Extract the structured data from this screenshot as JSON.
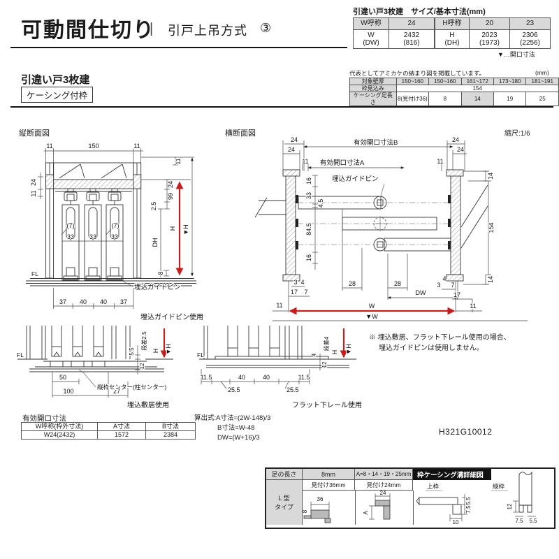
{
  "header": {
    "title": "可動間仕切り",
    "subtitle": "引戸上吊方式",
    "number": "③"
  },
  "size_block": {
    "title": "引違い戸3枚建　サイズ/基本寸法(mm)",
    "w_h1": "W呼称",
    "w_h2": "24",
    "w_r1": "W\n(DW)",
    "w_r2": "2432\n(816)",
    "h_h1": "H呼称",
    "h_h2": "20",
    "h_h3": "23",
    "h_r1": "H\n(DH)",
    "h_r2": "2023\n(1973)",
    "h_r3": "2306\n(2256)",
    "note": "▼…開口寸法"
  },
  "section": {
    "heading": "引違い戸3枚建",
    "badge": "ケーシング付枠"
  },
  "wall_block": {
    "note": "代表としてアミカケの納まり図を掲載しています。",
    "unit": "(mm)",
    "r1_label": "対象壁厚",
    "r1c1": "150~160",
    "r1c2": "150~160",
    "r1c3": "161~172",
    "r1c4": "173~180",
    "r1c5": "181~191",
    "r2_label": "枠見込み",
    "r2_val": "154",
    "r3_label": "ケーシング足長さ",
    "r3c1": "8(見付け36)",
    "r3c2": "8",
    "r3c3": "14",
    "r3c4": "19",
    "r3c5": "25"
  },
  "vsec": {
    "title": "縦断面図",
    "top11l": "11",
    "top150": "150",
    "top11r": "11",
    "left24": "24",
    "left11": "11",
    "r11": "11",
    "r24": "24",
    "r99": "99",
    "r25": "2.5",
    "dh": "DH",
    "h": "H",
    "hopen": "▼H",
    "d8": "8",
    "fl": "FL",
    "gap1": "(7)",
    "gap2": "(7)",
    "p33a": "33",
    "p33b": "33",
    "p33c": "33",
    "b37l": "37",
    "b40a": "40",
    "b40b": "40",
    "b37r": "37",
    "pin": "埋込ガイドピン",
    "usage": "埋込ガイドピン使用"
  },
  "hsec": {
    "title": "横断面図",
    "scale": "縮尺:1/6",
    "openB": "有効開口寸法B",
    "openA": "有効開口寸法A",
    "pin": "埋込ガイドピン",
    "l24a": "24",
    "l24b": "24",
    "l11": "11",
    "r24a": "24",
    "r24b": "24",
    "r11": "11",
    "r14t": "14",
    "r154": "154",
    "r14b": "14",
    "c16t": "16",
    "c33": "33",
    "c45": "4.5",
    "c845": "84.5",
    "c16b": "16",
    "bl3": "3",
    "bl4": "4",
    "bl17": "17",
    "bl7": "7",
    "bl11": "11",
    "br4": "4",
    "br3": "3",
    "br7": "7",
    "br17": "17",
    "br11": "11",
    "d28a": "28",
    "d28b": "28",
    "dw": "DW",
    "w": "W",
    "wopen": "▼W"
  },
  "sill": {
    "fl": "FL",
    "step": "段差2.5",
    "d55": "5.5",
    "d12": "12",
    "d50": "50",
    "d100": "100",
    "d27": "27",
    "h": "H",
    "hopen": "▼H",
    "center": "縦枠センター(柱センター)",
    "usage": "埋込敷居使用"
  },
  "flat": {
    "fl": "FL",
    "step": "段差4",
    "d4": "4",
    "d12": "12",
    "l115": "11.5",
    "d40a": "40",
    "d40b": "40",
    "r115": "11.5",
    "l255": "25.5",
    "r255": "25.5",
    "h": "H",
    "hopen": "▼H",
    "usage": "フラット下レール使用"
  },
  "note": {
    "line1": "※ 埋込敷居、フラット下レール使用の場合、",
    "line2": "埋込ガイドピンは使用しません。"
  },
  "opening_table": {
    "title": "有効開口寸法",
    "h1": "W呼称(枠外寸法)",
    "h2": "A寸法",
    "h3": "B寸法",
    "r1": "W24(2432)",
    "r2": "1572",
    "r3": "2384"
  },
  "formula": {
    "l1": "算出式:A寸法=(2W-148)/3",
    "l2": "B寸法=W-48",
    "l3": "DW=(W+16)/3"
  },
  "doc_code": "H321G10012",
  "detail": {
    "c1h": "足の長さ",
    "c2h": "8mm",
    "c3h": "A=8・14・19・25mm",
    "c4h": "枠ケーシング溝詳細図",
    "row_label": "L 型\nタイプ",
    "c2s": "見付け36mm",
    "c3s": "見付け24mm",
    "d36": "36",
    "d8": "8",
    "d24": "24",
    "dA": "A",
    "top": "上枠",
    "t55": "5.5",
    "t75": "7.5",
    "t10": "10",
    "side": "縦枠",
    "s12": "12",
    "s75": "7.5",
    "s55": "5.5"
  }
}
